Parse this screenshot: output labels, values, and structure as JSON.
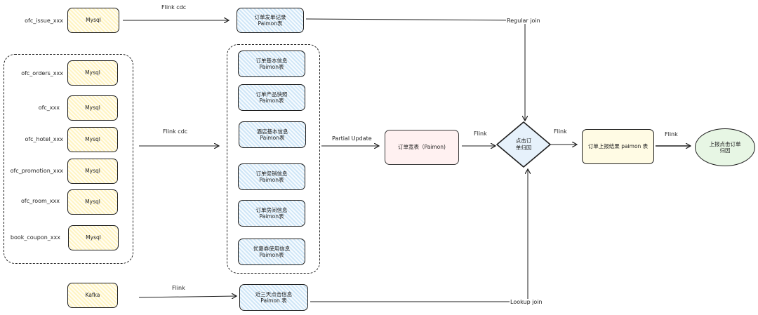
{
  "sources": {
    "issue": "ofc_issue_xxx",
    "orders": "ofc_orders_xxx",
    "ofc": "ofc_xxx",
    "hotel": "ofc_hotel_xxx",
    "promotion": "ofc_promotion_xxx",
    "room": "ofc_room_xxx",
    "coupon": "book_coupon_xxx"
  },
  "db": {
    "mysql": "Mysql",
    "kafka": "Kafka"
  },
  "edges": {
    "flink_cdc": "Flink cdc",
    "flink": "Flink",
    "partial_update": "Partial Update",
    "regular_join": "Regular join",
    "lookup_join": "Lookup join"
  },
  "paimon_tables": {
    "issue": [
      "订单发单记录",
      "Paimon表"
    ],
    "basic": [
      "订单基本信息",
      "Paimon表"
    ],
    "product": [
      "订单产品快照",
      "Paimon表"
    ],
    "hotel": [
      "酒店基本信息",
      "Paimon表"
    ],
    "promotion": [
      "订单促销信息",
      "Paimon表"
    ],
    "room": [
      "订单房间信息",
      "Paimon表"
    ],
    "coupon": [
      "优惠券使用信息",
      "Paimon表"
    ],
    "clicks": [
      "近三天点击信息",
      "Paimon 表"
    ]
  },
  "wide_table": "订单宽表（Paimon)",
  "attribution": [
    "点击订",
    "单归因"
  ],
  "report_result": "订单上报结果 paimon 表",
  "report_click": [
    "上报点击订单",
    "归因"
  ]
}
